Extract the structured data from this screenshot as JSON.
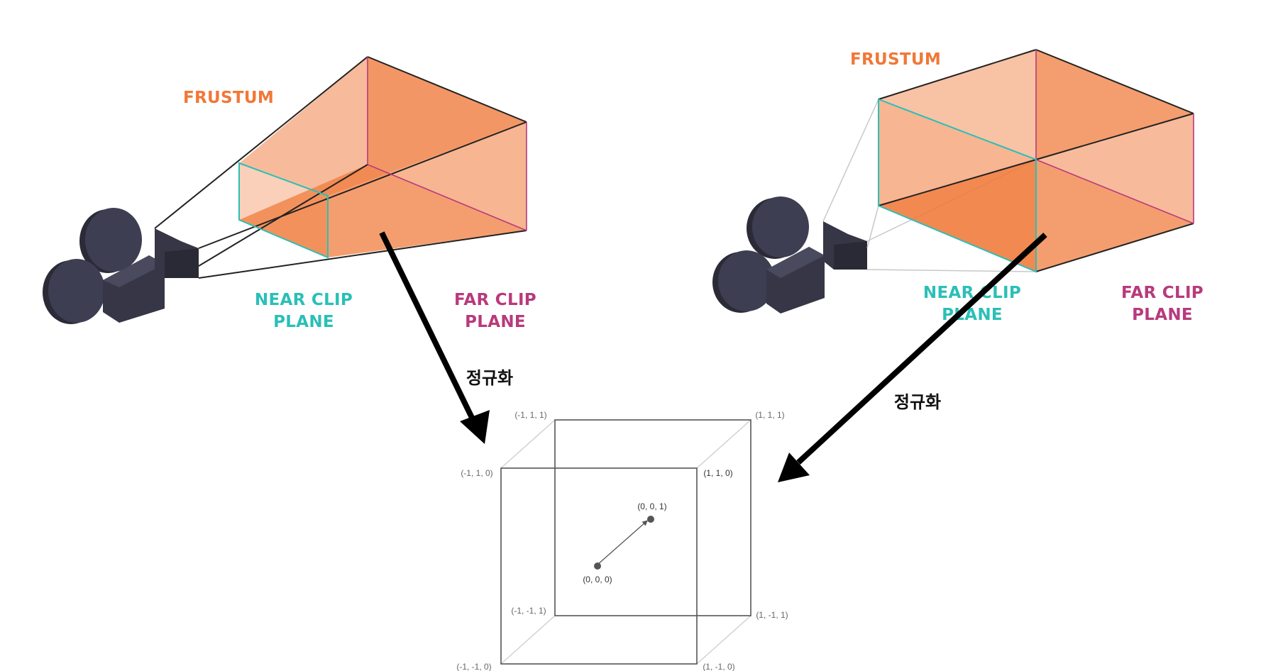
{
  "colors": {
    "frustum": "#f07838",
    "near": "#2bbfb8",
    "far": "#b83a7c",
    "camera": "#363646",
    "arrow": "#000000"
  },
  "left_diagram": {
    "frustum_label": "FRUSTUM",
    "near_label": [
      "NEAR CLIP",
      "PLANE"
    ],
    "far_label": [
      "FAR CLIP",
      "PLANE"
    ],
    "arrow_label": "정규화"
  },
  "right_diagram": {
    "frustum_label": "FRUSTUM",
    "near_label": [
      "NEAR CLIP",
      "PLANE"
    ],
    "far_label": [
      "FAR CLIP",
      "PLANE"
    ],
    "arrow_label": "정규화"
  },
  "ndc_cube": {
    "corners": {
      "back_top_left": "(-1, 1, 1)",
      "back_top_right": "(1, 1, 1)",
      "front_top_left": "(-1, 1, 0)",
      "front_top_right": "(1, 1, 0)",
      "back_bottom_left": "(-1, -1, 1)",
      "back_bottom_right": "(1, -1, 1)",
      "front_bottom_left": "(-1, -1, 0)",
      "front_bottom_right": "(1, -1, 0)"
    },
    "origin": "(0, 0, 0)",
    "depth_point": "(0, 0, 1)"
  }
}
